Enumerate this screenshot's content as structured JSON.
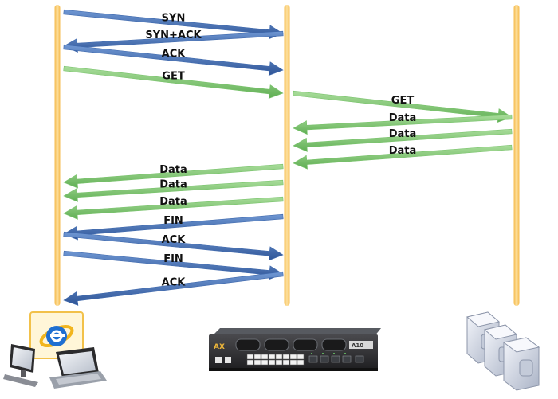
{
  "colors": {
    "lifeline": "#f7c869",
    "blue_arrow": "#3f69ad",
    "green_arrow": "#79c36c",
    "device_dark": "#2e2e30",
    "server_light": "#dfe3ec",
    "ie_blue": "#1f6fd1",
    "ie_gold": "#f2b51d"
  },
  "participants": [
    {
      "name": "client",
      "icon": "laptop-and-desktop-with-ie-icon"
    },
    {
      "name": "load-balancer",
      "icon": "network-appliance-icon",
      "brand_text": "AX",
      "badge_text": "A10"
    },
    {
      "name": "server",
      "icon": "server-stack-icon"
    }
  ],
  "messages": [
    {
      "label": "SYN",
      "from": "client",
      "to": "load-balancer",
      "color": "blue"
    },
    {
      "label": "SYN+ACK",
      "from": "load-balancer",
      "to": "client",
      "color": "blue"
    },
    {
      "label": "ACK",
      "from": "client",
      "to": "load-balancer",
      "color": "blue"
    },
    {
      "label": "GET",
      "from": "client",
      "to": "load-balancer",
      "color": "green"
    },
    {
      "label": "GET",
      "from": "load-balancer",
      "to": "server",
      "color": "green"
    },
    {
      "label": "Data",
      "from": "server",
      "to": "load-balancer",
      "color": "green"
    },
    {
      "label": "Data",
      "from": "server",
      "to": "load-balancer",
      "color": "green"
    },
    {
      "label": "Data",
      "from": "server",
      "to": "load-balancer",
      "color": "green"
    },
    {
      "label": "Data",
      "from": "load-balancer",
      "to": "client",
      "color": "green"
    },
    {
      "label": "Data",
      "from": "load-balancer",
      "to": "client",
      "color": "green"
    },
    {
      "label": "Data",
      "from": "load-balancer",
      "to": "client",
      "color": "green"
    },
    {
      "label": "FIN",
      "from": "load-balancer",
      "to": "client",
      "color": "blue"
    },
    {
      "label": "ACK",
      "from": "client",
      "to": "load-balancer",
      "color": "blue"
    },
    {
      "label": "FIN",
      "from": "client",
      "to": "load-balancer",
      "color": "blue"
    },
    {
      "label": "ACK",
      "from": "load-balancer",
      "to": "client",
      "color": "blue"
    }
  ]
}
